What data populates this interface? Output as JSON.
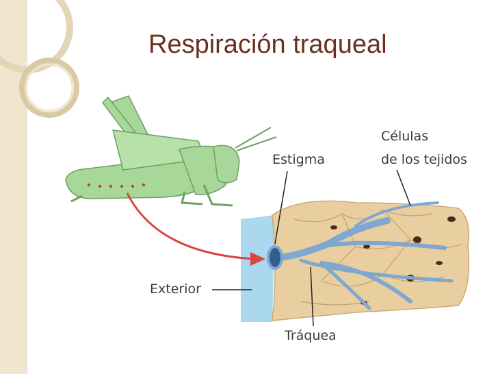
{
  "slide": {
    "title": "Respiración traqueal"
  },
  "labels": {
    "estigma": "Estigma",
    "celulas_line1": "Células",
    "celulas_line2": "de los tejidos",
    "exterior": "Exterior",
    "traquea": "Tráquea"
  },
  "colors": {
    "title": "#6a2f1f",
    "side_band": "#f0e6cf",
    "grasshopper": "#a8d79a",
    "tissue": "#e9cf9f",
    "trachea": "#7fa7cf",
    "exterior_water": "#a9d8ef",
    "arrow": "#d9463f"
  }
}
